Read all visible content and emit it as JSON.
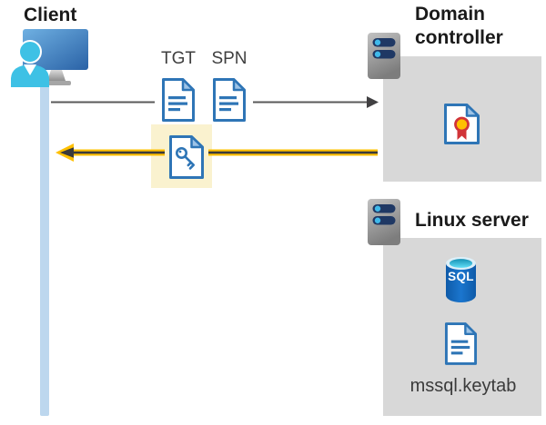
{
  "client": {
    "label": "Client"
  },
  "tickets": {
    "tgt_label": "TGT",
    "spn_label": "SPN"
  },
  "domain_controller": {
    "label": "Domain controller"
  },
  "linux_server": {
    "label": "Linux server",
    "sql_label": "SQL",
    "keytab_label": "mssql.keytab"
  },
  "icons": {
    "client": "user-at-monitor-icon",
    "domain_controller": "server-icon",
    "linux_server": "server-icon",
    "tgt": "document-icon",
    "spn": "document-icon",
    "service_ticket": "key-document-icon",
    "certificate": "certificate-document-icon",
    "database": "sql-database-icon",
    "keytab_file": "document-icon"
  },
  "arrows": {
    "request": {
      "direction": "left-to-right",
      "color": "#595959",
      "style": "thin"
    },
    "response": {
      "direction": "right-to-left",
      "color": "#FFC000",
      "style": "thick-highlighted"
    }
  },
  "colors": {
    "accent_yellow": "#FFC000",
    "highlight_background": "#FAF2CF",
    "timeline_blue": "#BDD7EE",
    "container_gray": "#D8D8D8",
    "icon_blue": "#2E75B6",
    "arrow_gray": "#595959",
    "seal_red": "#D13438",
    "sql_blue": "#1B76CE",
    "person_cyan": "#3EC1E5",
    "server_pill_navy": "#1F3864"
  }
}
